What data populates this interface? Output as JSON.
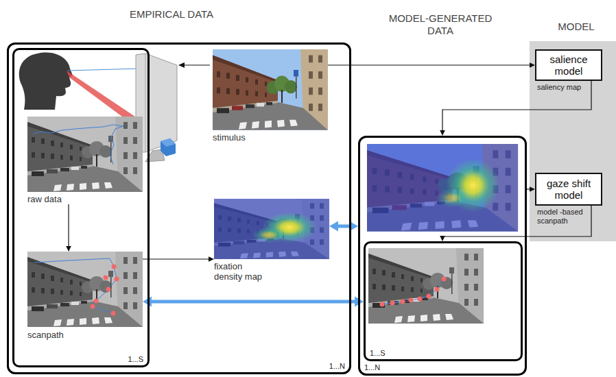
{
  "diagram": {
    "nodes": [
      {
        "text": [
          "1...N"
        ]
      },
      {
        "text": [
          "1...S"
        ],
        "in": 0
      },
      {
        "text": [
          "raw data"
        ],
        "in": 1
      },
      {
        "text": [
          "scanpath"
        ],
        "in": 1
      },
      {
        "text": [
          "stimulus"
        ],
        "in": 0
      },
      {
        "text": [
          "fixation density map"
        ],
        "in": 0
      },
      {
        "text": [
          "1...N"
        ]
      },
      {
        "text": [
          "1...S"
        ],
        "in": 6
      },
      {
        "text": [
          "salience model"
        ]
      },
      {
        "text": [
          "gaze shift model"
        ]
      }
    ],
    "edges": [
      {
        "from": 2,
        "to": 3,
        "arrow": "to"
      },
      {
        "from": 3,
        "to": 5,
        "arrow": "to"
      },
      {
        "from": 4,
        "to": 8,
        "arrow": "to"
      },
      {
        "from": 8,
        "to": 6,
        "arrow": "to",
        "label": "saliency map"
      },
      {
        "from": 6,
        "to": 9,
        "arrow": "to"
      },
      {
        "from": 9,
        "to": 7,
        "arrow": "to",
        "label": "model -based scanpath"
      },
      {
        "from": 5,
        "to": 6,
        "arrow": "both"
      },
      {
        "from": 3,
        "to": 7,
        "arrow": "both"
      }
    ],
    "labels": [
      "EMPIRICAL DATA",
      "MODEL-GENERATED DATA",
      "MODEL"
    ]
  }
}
